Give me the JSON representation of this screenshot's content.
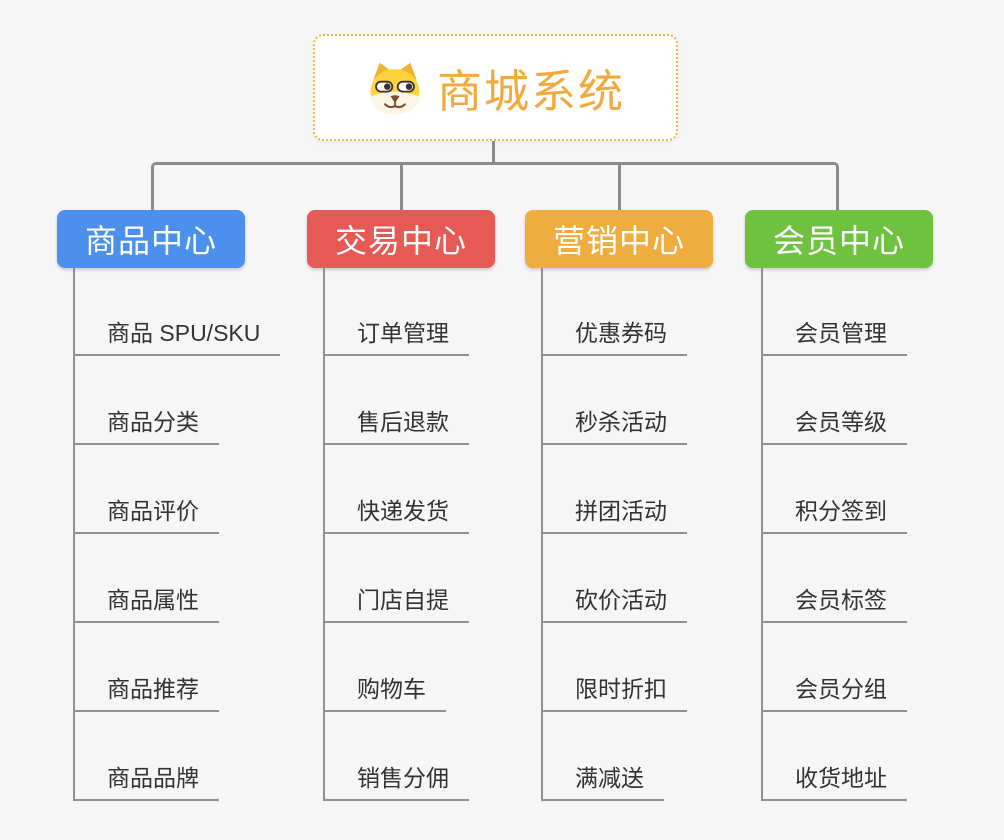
{
  "root": {
    "title": "商城系统",
    "icon": "dog-icon",
    "title_color": "#f2a93b",
    "border_color": "#f6b544"
  },
  "connector_color": "#8c8c8c",
  "branches": [
    {
      "key": "product-center",
      "label": "商品中心",
      "color": "#4a90ec",
      "items": [
        "商品 SPU/SKU",
        "商品分类",
        "商品评价",
        "商品属性",
        "商品推荐",
        "商品品牌"
      ]
    },
    {
      "key": "trade-center",
      "label": "交易中心",
      "color": "#e65955",
      "items": [
        "订单管理",
        "售后退款",
        "快递发货",
        "门店自提",
        "购物车",
        "销售分佣"
      ]
    },
    {
      "key": "marketing-center",
      "label": "营销中心",
      "color": "#eead3e",
      "items": [
        "优惠券码",
        "秒杀活动",
        "拼团活动",
        "砍价活动",
        "限时折扣",
        "满减送"
      ]
    },
    {
      "key": "member-center",
      "label": "会员中心",
      "color": "#6fc240",
      "items": [
        "会员管理",
        "会员等级",
        "积分签到",
        "会员标签",
        "会员分组",
        "收货地址"
      ]
    }
  ]
}
